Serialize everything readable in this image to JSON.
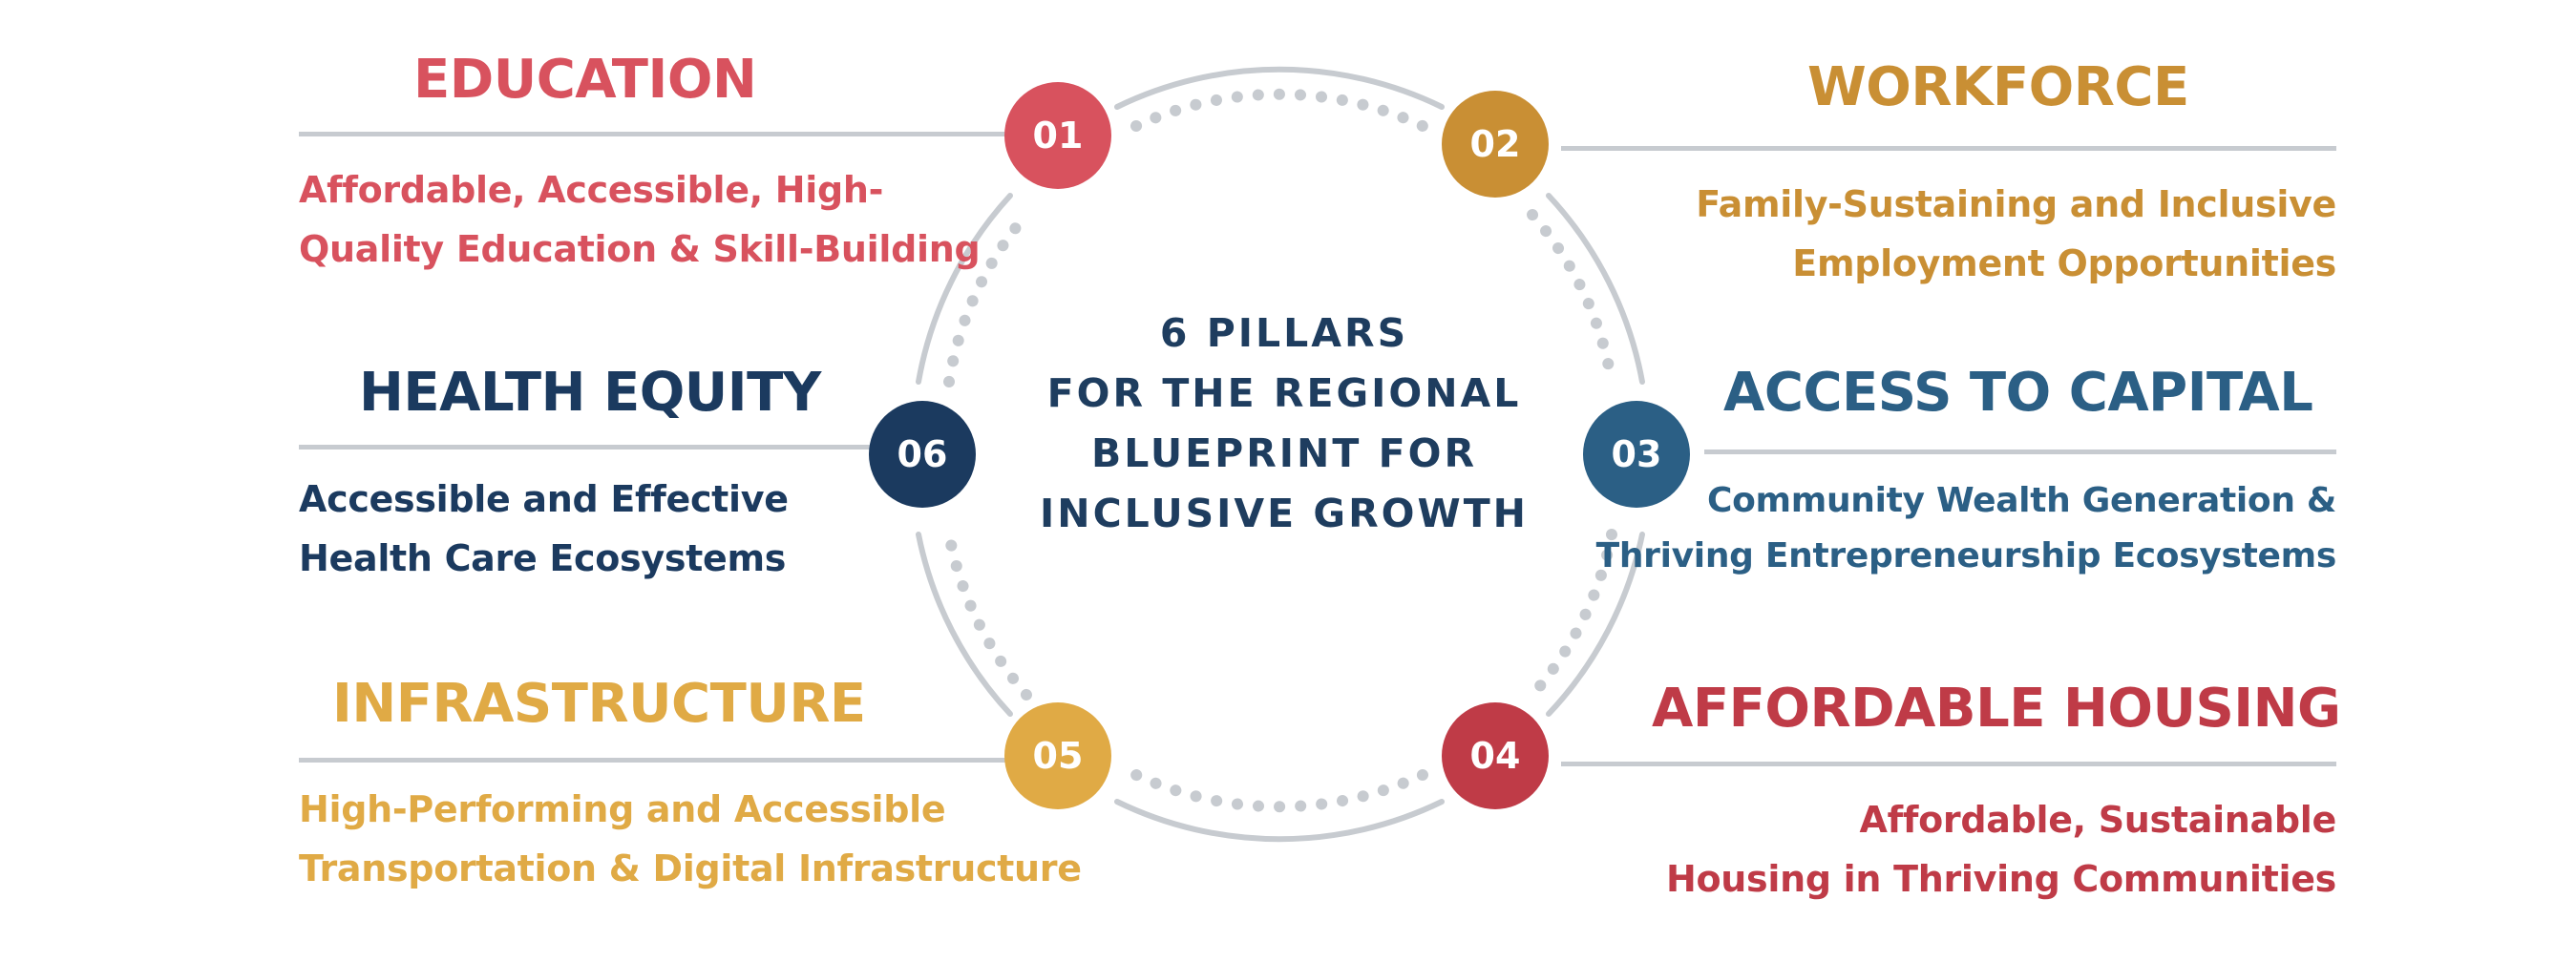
{
  "colors": {
    "education": "#d8525e",
    "workforce": "#c98f34",
    "access_to_capital": "#2b5f85",
    "affordable_housing": "#bf3b47",
    "infrastructure": "#e0aa45",
    "health_equity": "#1b3a5f",
    "ring": "#c7cbd0"
  },
  "center": {
    "line1": "6 PILLARS",
    "line2": "FOR THE REGIONAL",
    "line3": "BLUEPRINT FOR",
    "line4": "INCLUSIVE GROWTH"
  },
  "pillars": {
    "education": {
      "number": "01",
      "title": "EDUCATION",
      "desc_line1": "Affordable, Accessible, High-",
      "desc_line2": "Quality Education & Skill-Building"
    },
    "workforce": {
      "number": "02",
      "title": "WORKFORCE",
      "desc_line1": "Family-Sustaining and Inclusive",
      "desc_line2": "Employment Opportunities"
    },
    "access_to_capital": {
      "number": "03",
      "title": "ACCESS TO CAPITAL",
      "desc_line1": "Community Wealth Generation &",
      "desc_line2": "Thriving Entrepreneurship Ecosystems"
    },
    "affordable_housing": {
      "number": "04",
      "title": "AFFORDABLE HOUSING",
      "desc_line1": "Affordable, Sustainable",
      "desc_line2": "Housing in Thriving Communities"
    },
    "infrastructure": {
      "number": "05",
      "title": "INFRASTRUCTURE",
      "desc_line1": "High-Performing and Accessible",
      "desc_line2": "Transportation & Digital Infrastructure"
    },
    "health_equity": {
      "number": "06",
      "title": "HEALTH EQUITY",
      "desc_line1": "Accessible and Effective",
      "desc_line2": "Health Care Ecosystems"
    }
  }
}
